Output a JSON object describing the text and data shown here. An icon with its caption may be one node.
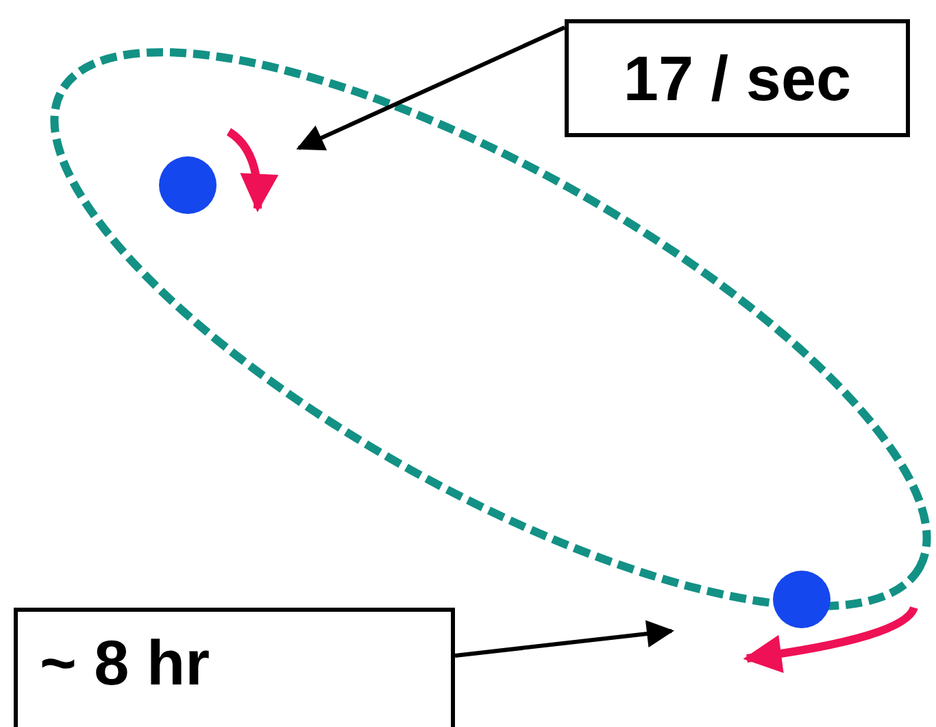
{
  "diagram": {
    "nodes": [
      {
        "text": [
          "17 / sec"
        ]
      },
      {
        "text": [
          "~ 8 hr"
        ]
      }
    ],
    "edges": [
      {
        "from": 0,
        "to": null,
        "arrow": "to"
      },
      {
        "from": 1,
        "to": null,
        "arrow": "to"
      }
    ]
  }
}
